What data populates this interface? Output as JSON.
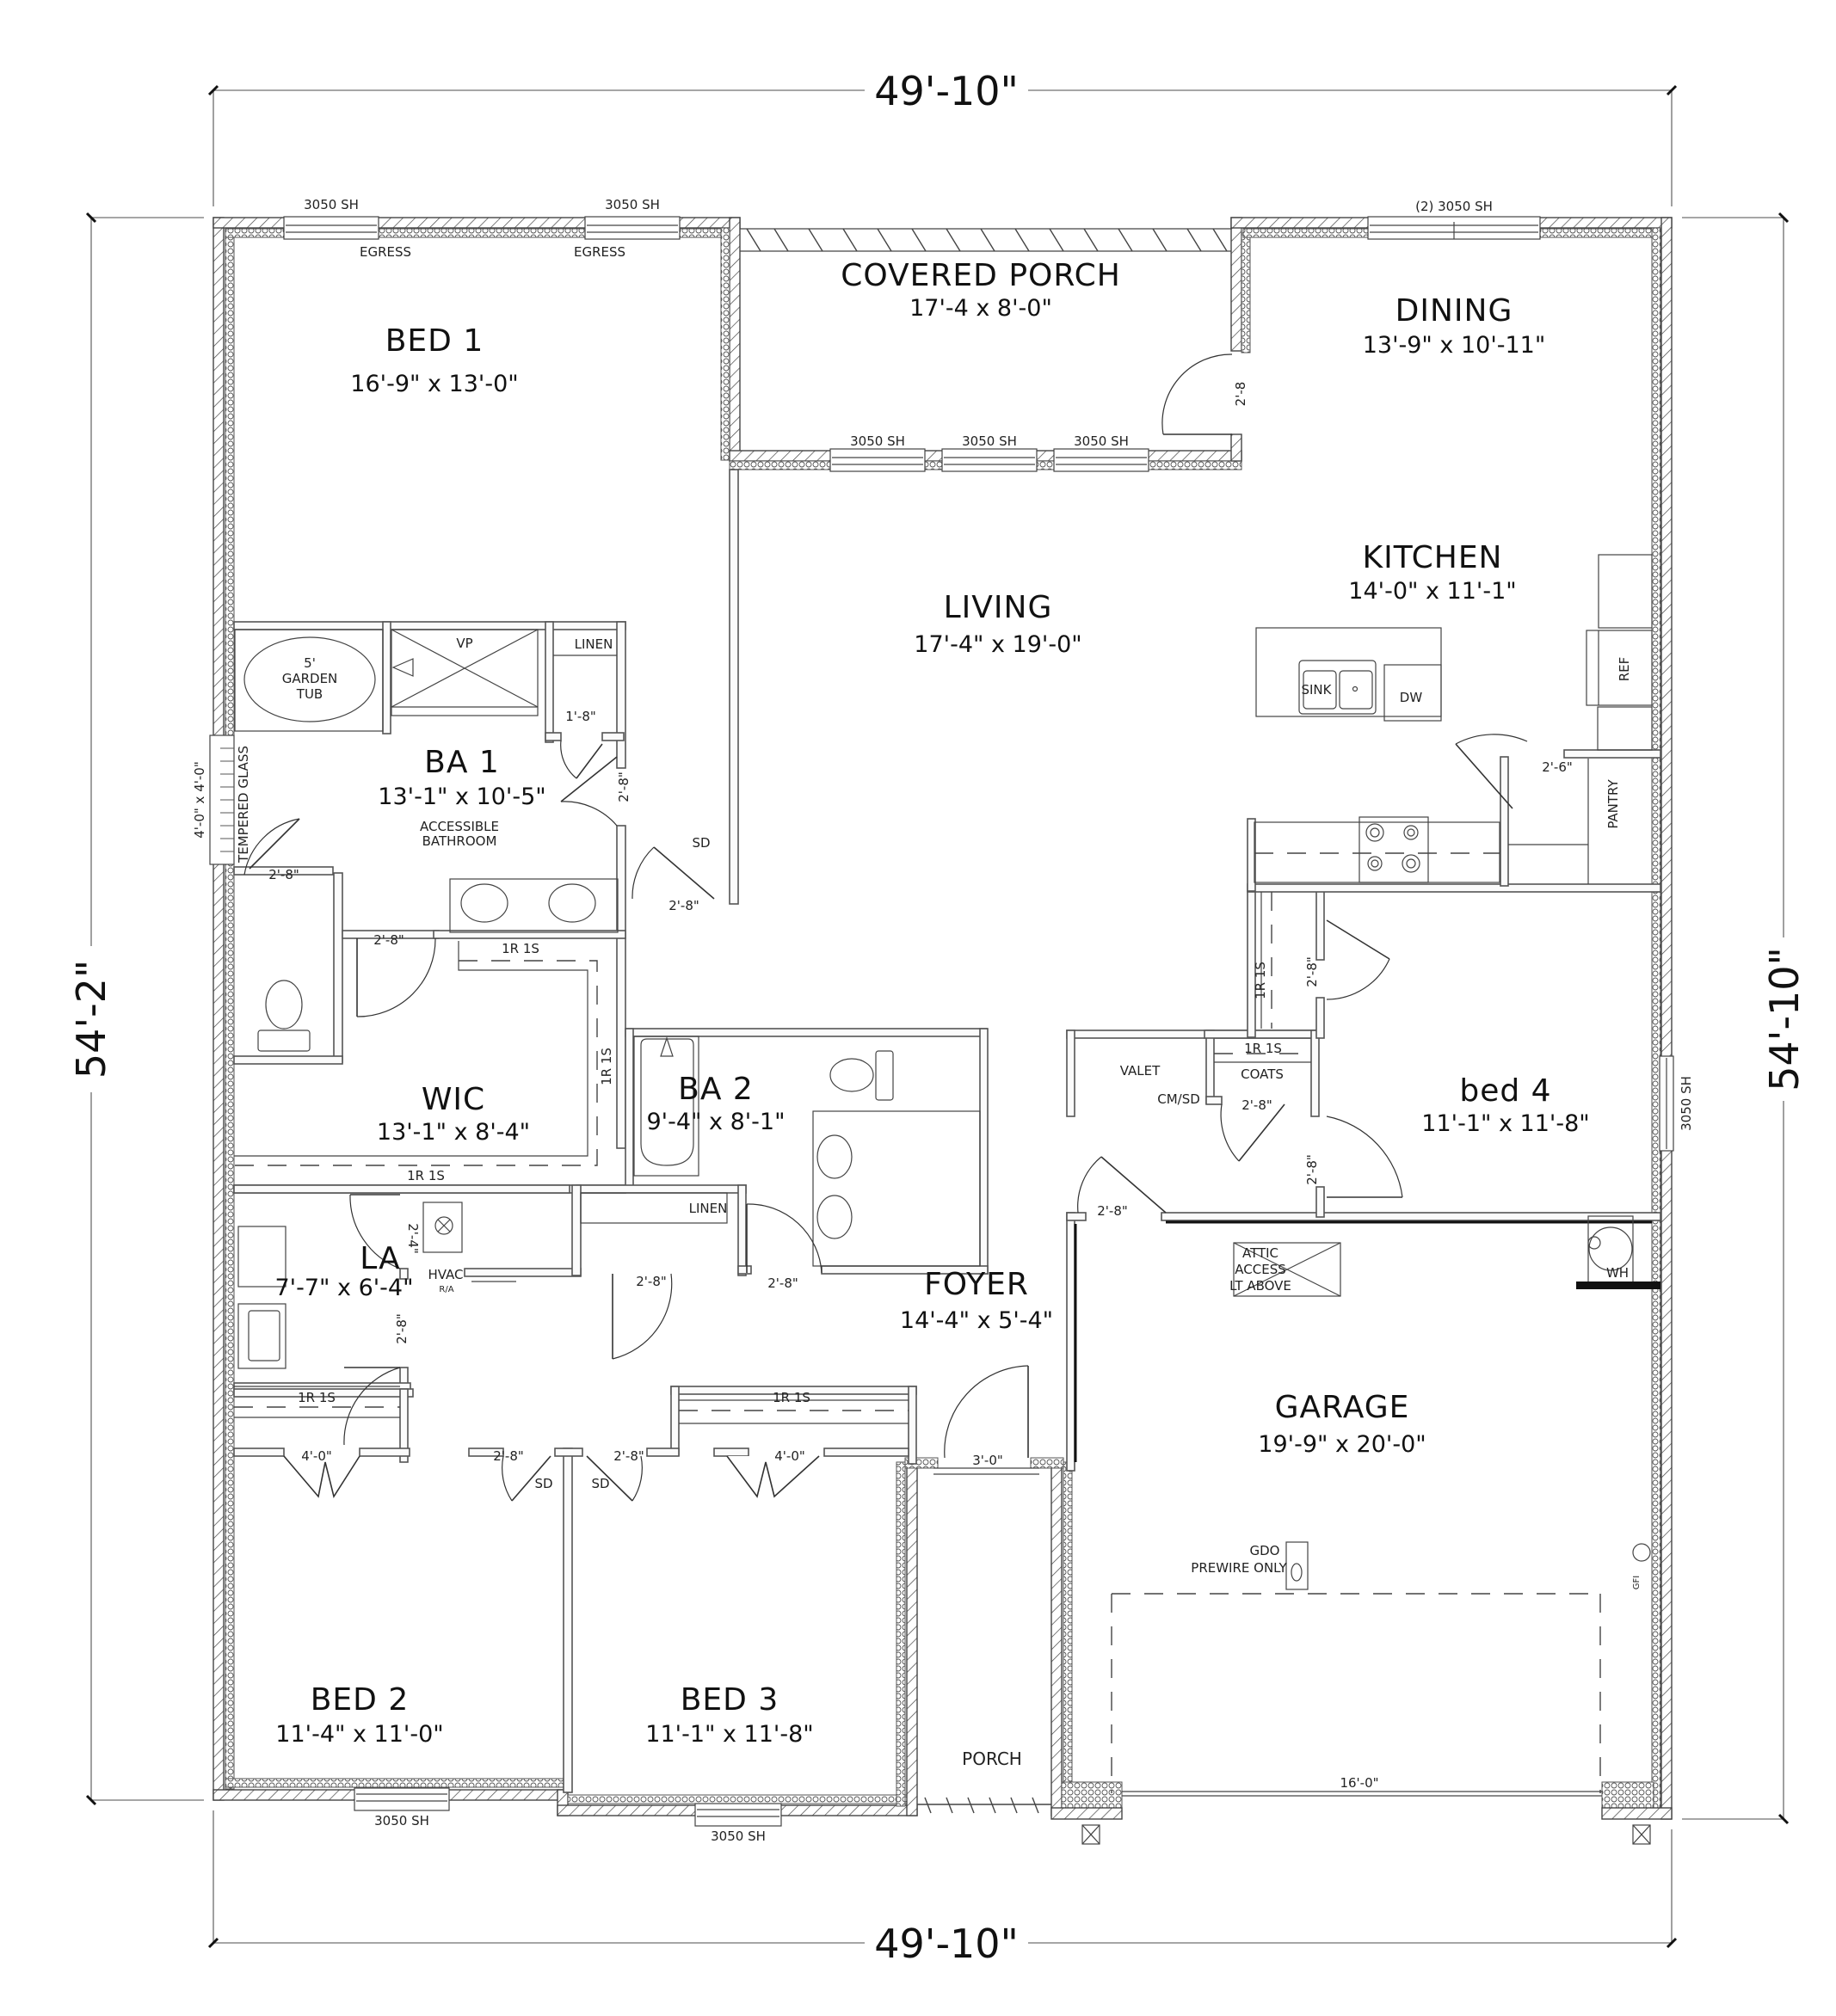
{
  "plan": {
    "overall_width_top": "49'-10\"",
    "overall_width_bottom": "49'-10\"",
    "overall_depth_left": "54'-2\"",
    "overall_depth_right": "54'-10\""
  },
  "rooms": {
    "bed1": {
      "name": "BED 1",
      "size": "16'-9\" x 13'-0\""
    },
    "covered_porch": {
      "name": "COVERED PORCH",
      "size": "17'-4 x 8'-0\""
    },
    "dining": {
      "name": "DINING",
      "size": "13'-9\" x 10'-11\""
    },
    "kitchen": {
      "name": "KITCHEN",
      "size": "14'-0\" x 11'-1\""
    },
    "living": {
      "name": "LIVING",
      "size": "17'-4\" x 19'-0\""
    },
    "ba1": {
      "name": "BA 1",
      "size": "13'-1\" x 10'-5\"",
      "note1": "ACCESSIBLE",
      "note2": "BATHROOM"
    },
    "wic": {
      "name": "WIC",
      "size": "13'-1\" x 8'-4\""
    },
    "ba2": {
      "name": "BA 2",
      "size": "9'-4\" x 8'-1\""
    },
    "bed4": {
      "name": "bed 4",
      "size": "11'-1\" x 11'-8\""
    },
    "la": {
      "name": "LA",
      "size": "7'-7\" x 6'-4\""
    },
    "foyer": {
      "name": "FOYER",
      "size": "14'-4\" x 5'-4\""
    },
    "garage": {
      "name": "GARAGE",
      "size": "19'-9\" x 20'-0\""
    },
    "bed2": {
      "name": "BED 2",
      "size": "11'-4\" x 11'-0\""
    },
    "bed3": {
      "name": "BED 3",
      "size": "11'-1\" x 11'-8\""
    },
    "porch": {
      "name": "PORCH"
    }
  },
  "windows": {
    "bed1_a": "3050 SH",
    "bed1_b": "3050 SH",
    "egress": "EGRESS",
    "dining": "(2) 3050 SH",
    "porch_a": "3050 SH",
    "porch_b": "3050 SH",
    "porch_c": "3050 SH",
    "bed4": "3050 SH",
    "bed2": "3050 SH",
    "bed3": "3050 SH",
    "ba1_size": "4'-0\" x 4'-0\"",
    "ba1_glass": "TEMPERED GLASS"
  },
  "fixtures": {
    "tub": [
      "5'",
      "GARDEN",
      "TUB"
    ],
    "shower": "VP",
    "linen": "LINEN",
    "sink": "SINK",
    "dw": "DW",
    "ref": "REF",
    "pantry": "PANTRY",
    "hvac": "HVAC",
    "ra": "R/A",
    "valet": "VALET",
    "cmsd": "CM/SD",
    "coats": "COATS",
    "shelf": "1R 1S",
    "sd": "SD",
    "wh": "WH",
    "attic": [
      "ATTIC",
      "ACCESS",
      "LT ABOVE"
    ],
    "gdo": [
      "GDO",
      "PREWIRE ONLY"
    ],
    "gfi": "GFI",
    "garage_door": "16'-0\""
  },
  "doors": {
    "d_2_8": "2'-8\"",
    "d_1_8": "1'-8\"",
    "d_2_6": "2'-6\"",
    "d_2_4": "2'-4\"",
    "d_3_0": "3'-0\"",
    "d_4_0": "4'-0\"",
    "d_2_8_porch": "2'-8"
  }
}
